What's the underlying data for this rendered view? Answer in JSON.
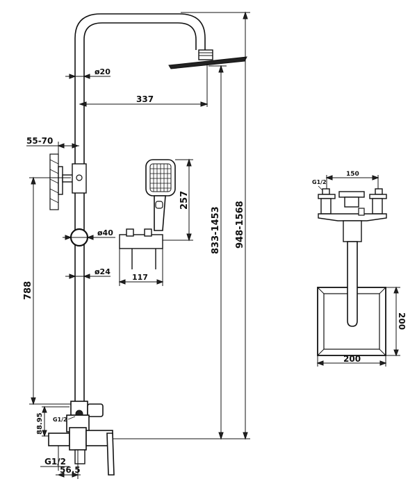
{
  "labels": {
    "pipe_diameter": "ø20",
    "arm_length": "337",
    "wall_distance": "55-70",
    "handset_height": "257",
    "slider_diameter": "ø40",
    "rail_diameter": "ø24",
    "holder_width": "117",
    "bracket_spacing": "788",
    "head_height": "833-1453",
    "total_height": "948-1568",
    "outlet_offset": "88.95",
    "outlet_thread": "G1/2",
    "inlet_thread": "G1/2",
    "inlet_spacing": "56.5",
    "top_view_spacing": "150",
    "top_view_thread": "G1/2",
    "head_width": "200",
    "head_depth": "200"
  }
}
